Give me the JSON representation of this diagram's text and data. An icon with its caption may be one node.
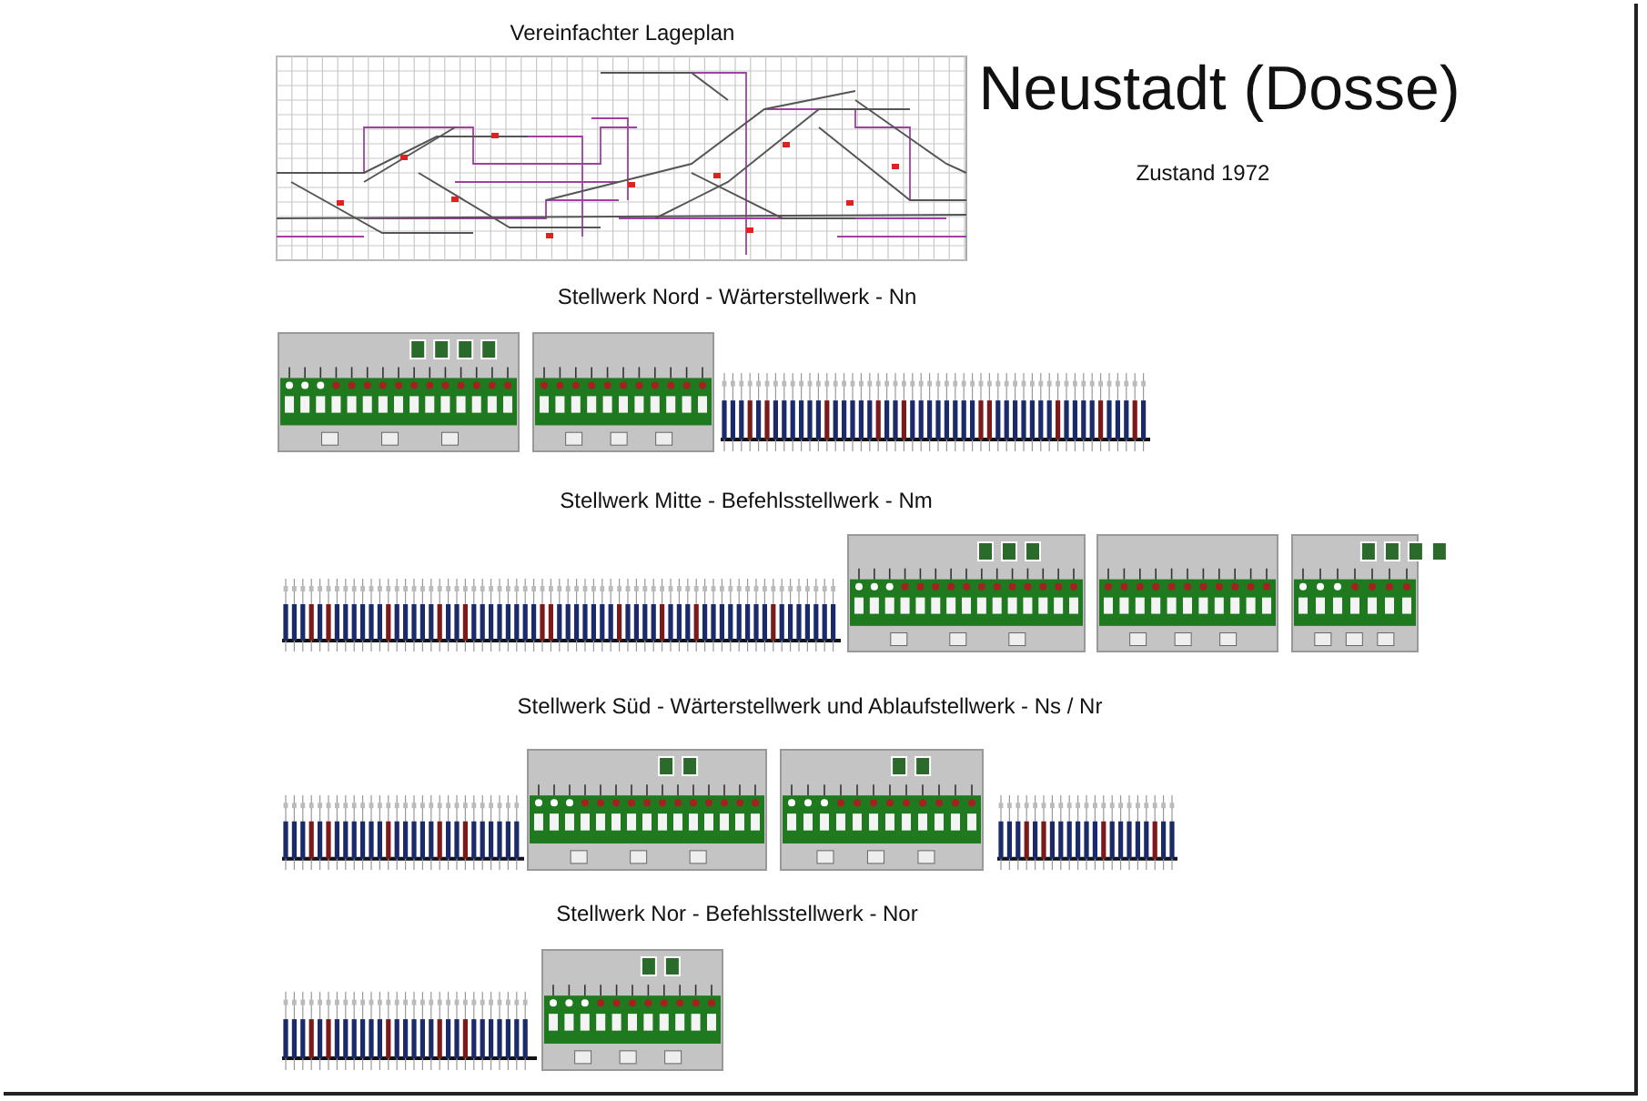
{
  "diagram": {
    "title": "Neustadt (Dosse)",
    "labels": [
      "Vereinfachter Lageplan",
      "Zustand 1972",
      "Stellwerk Nord - Wärterstellwerk - Nn",
      "Stellwerk Mitte - Befehlsstellwerk - Nm",
      "Stellwerk Süd - Wärterstellwerk und Ablaufstellwerk - Ns / Nr",
      "Stellwerk Nor - Befehlsstellwerk - Nor"
    ]
  }
}
